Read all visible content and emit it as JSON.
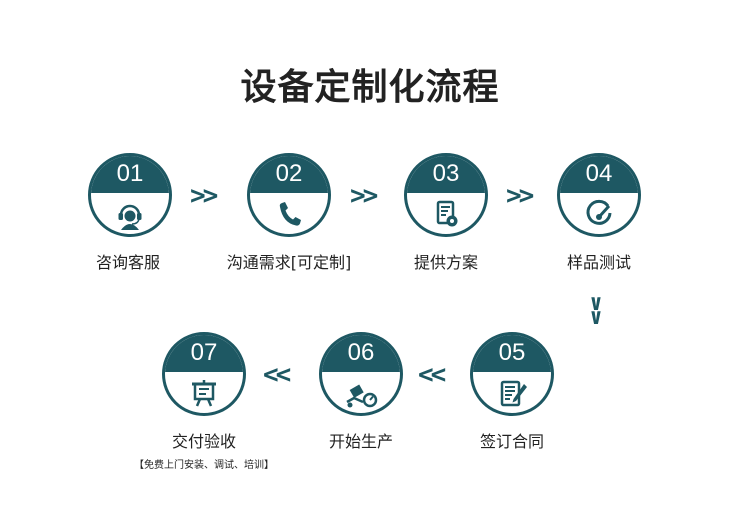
{
  "title": "设备定制化流程",
  "colors": {
    "primary": "#1e5863",
    "text": "#222222",
    "background": "#ffffff"
  },
  "steps": [
    {
      "num": "01",
      "label": "咨询客服",
      "icon": "customer-service-headset-icon"
    },
    {
      "num": "02",
      "label": "沟通需求[可定制]",
      "icon": "phone-icon"
    },
    {
      "num": "03",
      "label": "提供方案",
      "icon": "document-settings-icon"
    },
    {
      "num": "04",
      "label": "样品测试",
      "icon": "gauge-check-icon"
    },
    {
      "num": "05",
      "label": "签订合同",
      "icon": "contract-pen-icon"
    },
    {
      "num": "06",
      "label": "开始生产",
      "icon": "production-cart-icon"
    },
    {
      "num": "07",
      "label": "交付验收",
      "icon": "presentation-board-icon"
    }
  ],
  "note": "【免费上门安装、调试、培训】",
  "arrows": {
    "right": ">>",
    "left": "<<",
    "down": "∨∨"
  }
}
